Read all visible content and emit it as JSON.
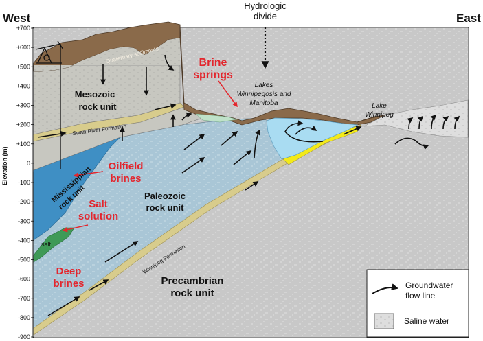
{
  "header": {
    "west": "West",
    "east": "East",
    "divide_line1": "Hydrologic",
    "divide_line2": "divide"
  },
  "axis": {
    "ylabel": "Elevation (m)",
    "ticks": [
      "+700",
      "+600",
      "+500",
      "+400",
      "+300",
      "+200",
      "+100",
      "0",
      "-100",
      "-200",
      "-300",
      "-400",
      "-500",
      "-600",
      "-700",
      "-800",
      "-900"
    ]
  },
  "units": {
    "quaternary": "Quaternary sediments",
    "mesozoic_line1": "Mesozoic",
    "mesozoic_line2": "rock unit",
    "swan_river": "Swan River Formation",
    "mississippian_line1": "Mississippian",
    "mississippian_line2": "rock unit",
    "paleozoic_line1": "Paleozoic",
    "paleozoic_line2": "rock unit",
    "winnipeg_formation": "Winnipeg Formation",
    "precambrian_line1": "Precambrian",
    "precambrian_line2": "rock unit",
    "salt": "salt"
  },
  "callouts": {
    "brine_springs_line1": "Brine",
    "brine_springs_line2": "springs",
    "oilfield_line1": "Oilfield",
    "oilfield_line2": "brines",
    "salt_solution_line1": "Salt",
    "salt_solution_line2": "solution",
    "deep_brines_line1": "Deep",
    "deep_brines_line2": "brines"
  },
  "lakes": {
    "winnipegosis_line1": "Lakes",
    "winnipegosis_line2": "Winnipegosis and",
    "winnipegosis_line3": "Manitoba",
    "winnipeg_line1": "Lake",
    "winnipeg_line2": "Winnipeg"
  },
  "legend": {
    "flow_line1": "Groundwater",
    "flow_line2": "flow line",
    "saline": "Saline water"
  },
  "colors": {
    "precambrian": "#c8c8c8",
    "paleozoic": "#a9c6d6",
    "mesozoic": "#c7c7c0",
    "quaternary": "#8a6a4a",
    "lake_water": "#a9dcf2",
    "formation_band": "#d8cc8c",
    "winnipeg_yellow": "#f3ea19",
    "salt_green": "#3f9a57",
    "mississippian_blue": "#3f8fc4",
    "callout_red": "#e3262d"
  }
}
